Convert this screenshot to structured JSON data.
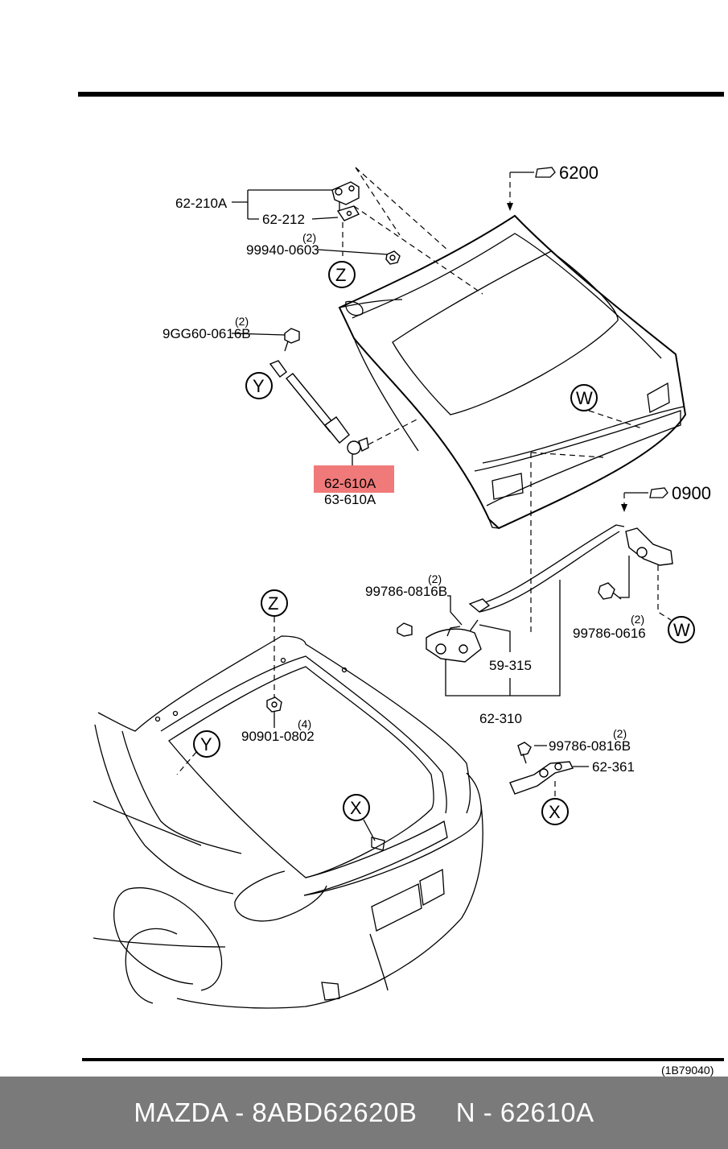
{
  "diagram": {
    "ref_code": "(1B79040)",
    "callouts": {
      "p6200": "6200",
      "p0900": "0900"
    },
    "labels": {
      "p62_210A": "62-210A",
      "p62_212": "62-212",
      "p99940_qty": "(2)",
      "p99940": "99940-0603",
      "p9GG60_qty": "(2)",
      "p9GG60": "9GG60-0616B",
      "p62_610A": "62-610A",
      "p63_610A": "63-610A",
      "p99786a_qty": "(2)",
      "p99786a": "99786-0816B",
      "p99786b_qty": "(2)",
      "p99786b": "99786-0616",
      "p59_315": "59-315",
      "p62_310": "62-310",
      "p90901_qty": "(4)",
      "p90901": "90901-0802",
      "p99786c_qty": "(2)",
      "p99786c": "99786-0816B",
      "p62_361": "62-361"
    },
    "refs": {
      "Z": "Z",
      "Y": "Y",
      "W": "W",
      "X": "X"
    },
    "highlight_color": "#f07a7a"
  },
  "footer": {
    "text": "MAZDA - 8ABD62620B     N - 62610A"
  }
}
